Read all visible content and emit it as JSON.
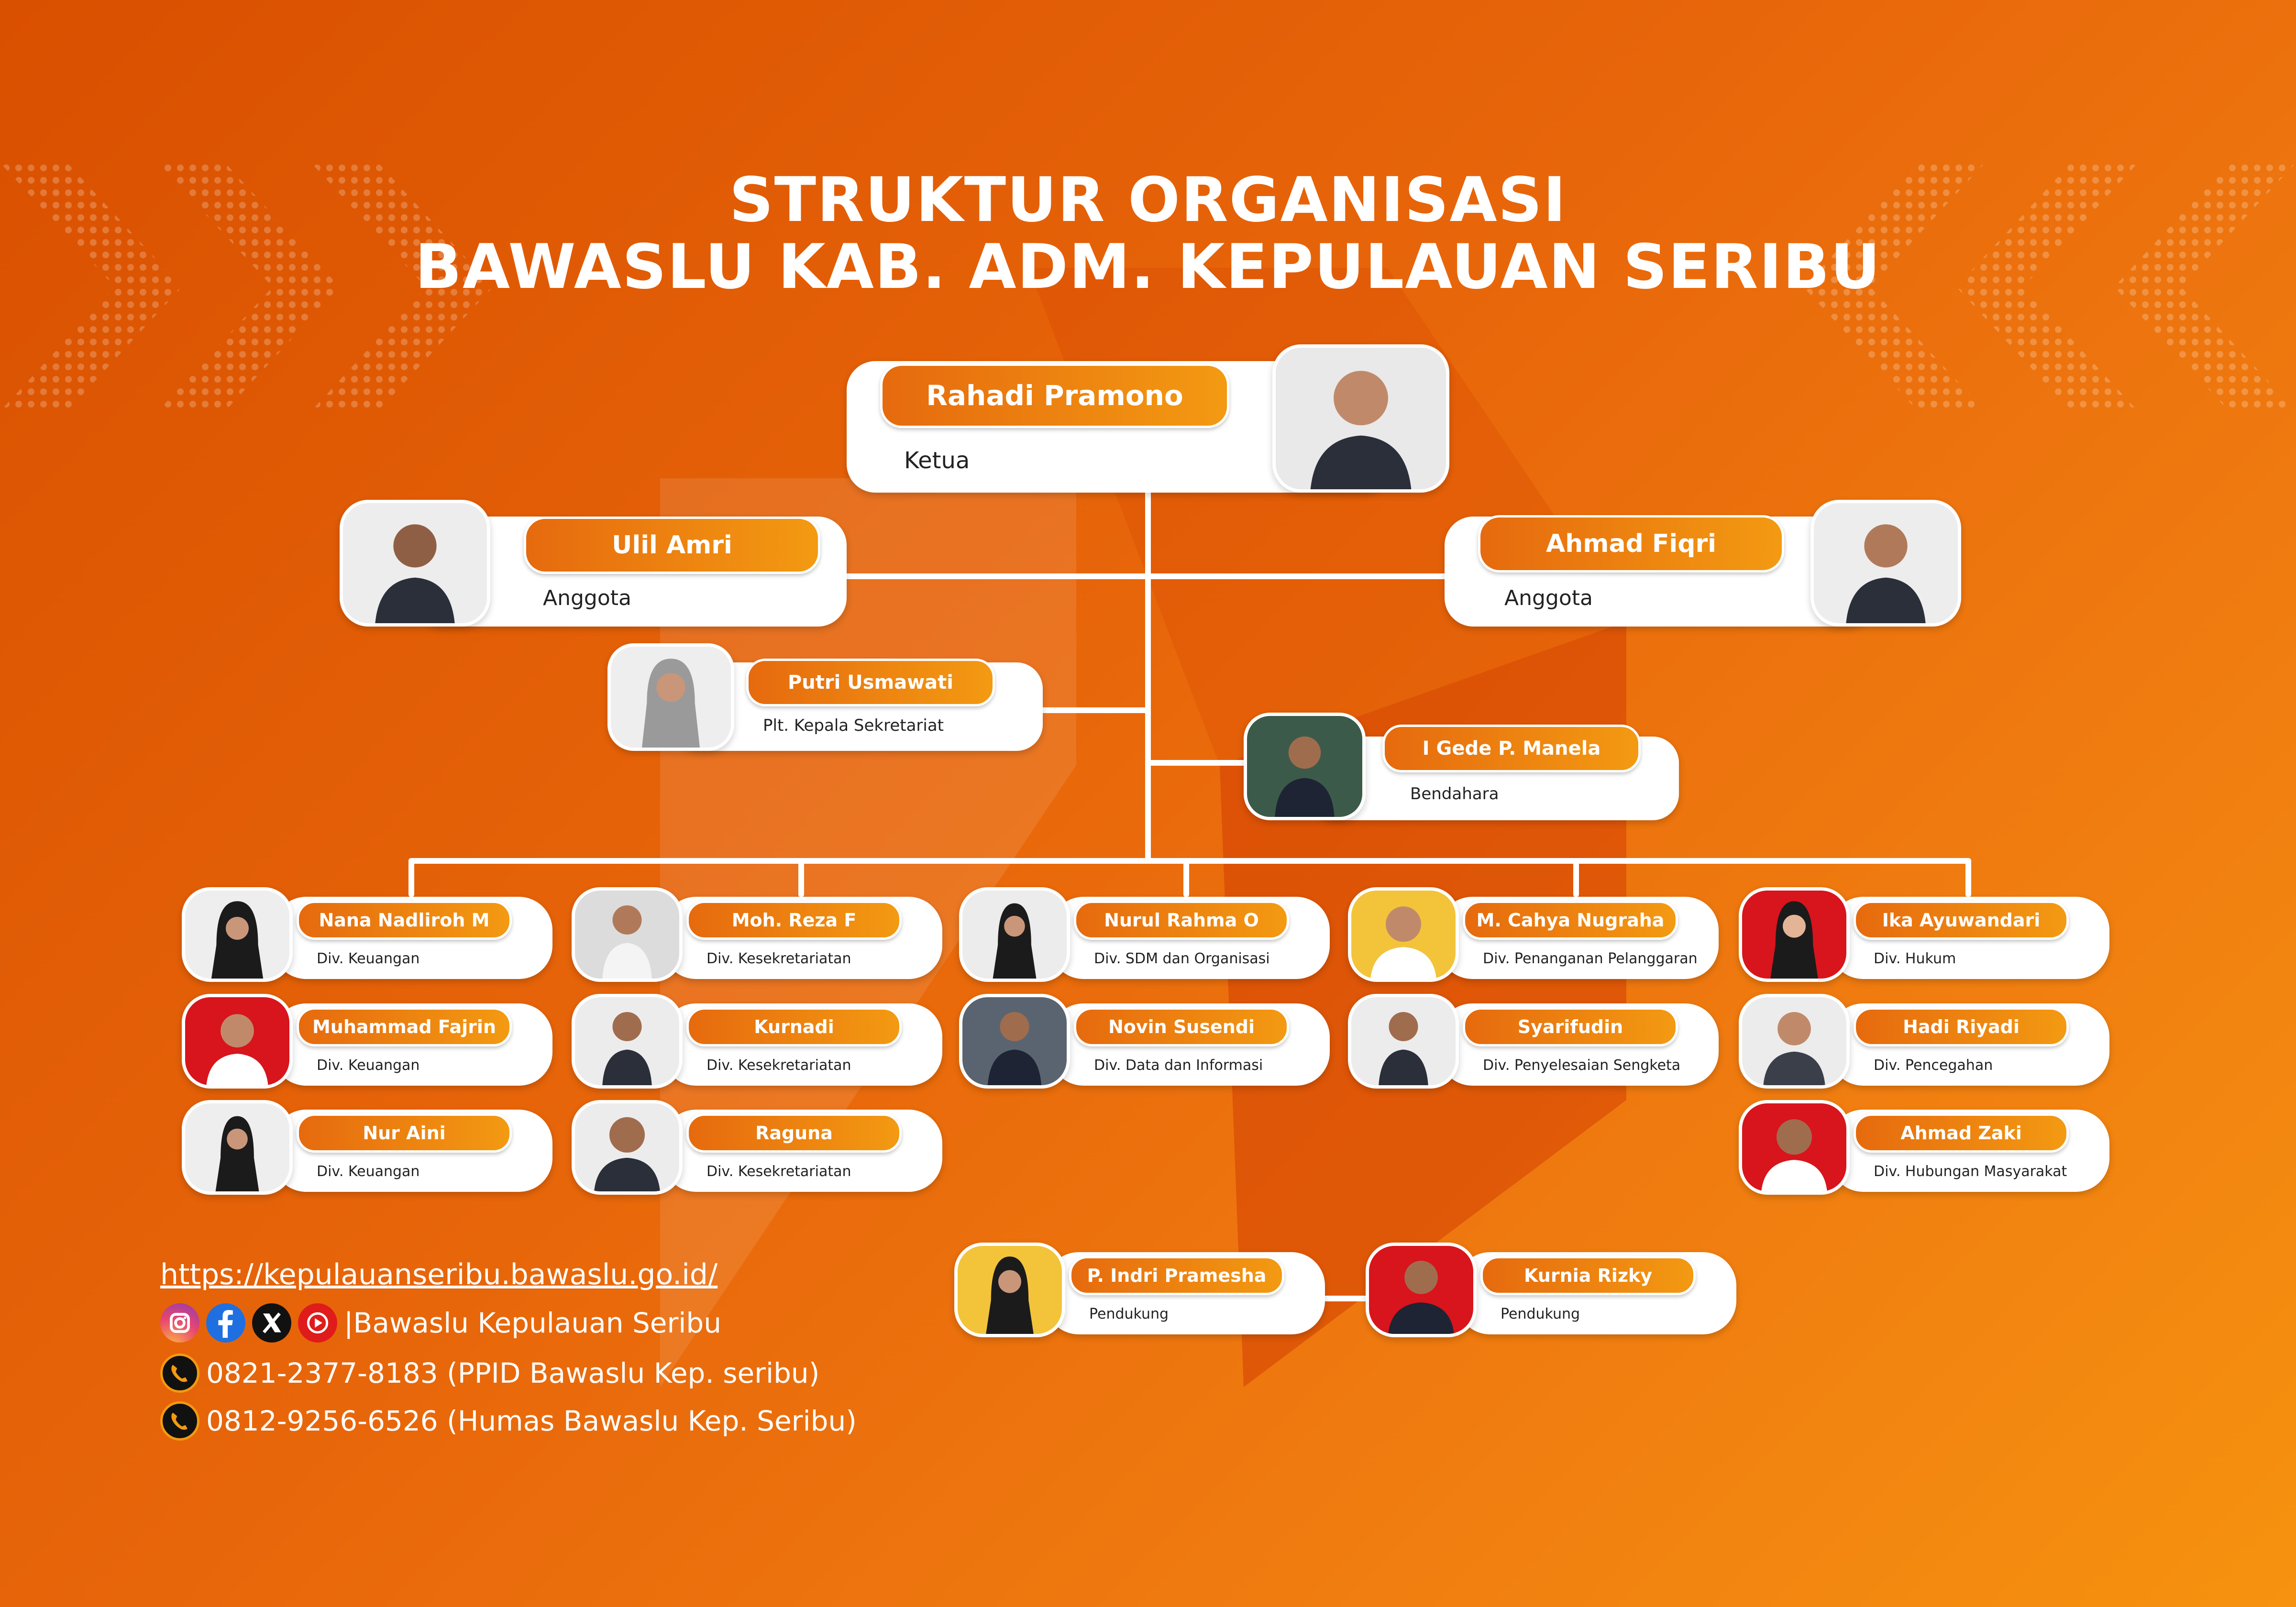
{
  "title": {
    "line1": "STRUKTUR ORGANISASI",
    "line2": "BAWASLU KAB. ADM. KEPULAUAN SERIBU"
  },
  "colors": {
    "background_start": "#d95000",
    "background_end": "#f6920f",
    "pill_start": "#e66a0e",
    "pill_end": "#f39a12",
    "card": "#ffffff",
    "connector": "#ffffff"
  },
  "leadership": {
    "ketua": {
      "name": "Rahadi Pramono",
      "role": "Ketua"
    },
    "anggota_left": {
      "name": "Ulil Amri",
      "role": "Anggota"
    },
    "anggota_right": {
      "name": "Ahmad Fiqri",
      "role": "Anggota"
    },
    "sekretariat": {
      "name": "Putri Usmawati",
      "role": "Plt. Kepala Sekretariat"
    },
    "bendahara": {
      "name": "I Gede P. Manela",
      "role": "Bendahara"
    }
  },
  "staff_columns": [
    {
      "members": [
        {
          "name": "Nana Nadliroh M",
          "role": "Div. Keuangan"
        },
        {
          "name": "Muhammad Fajrin",
          "role": "Div. Keuangan"
        },
        {
          "name": "Nur Aini",
          "role": "Div. Keuangan"
        }
      ]
    },
    {
      "members": [
        {
          "name": "Moh. Reza F",
          "role": "Div. Kesekretariatan"
        },
        {
          "name": "Kurnadi",
          "role": "Div. Kesekretariatan"
        },
        {
          "name": "Raguna",
          "role": "Div. Kesekretariatan"
        }
      ]
    },
    {
      "members": [
        {
          "name": "Nurul Rahma O",
          "role": "Div. SDM dan Organisasi"
        },
        {
          "name": "Novin Susendi",
          "role": "Div. Data dan Informasi"
        }
      ]
    },
    {
      "members": [
        {
          "name": "M. Cahya Nugraha",
          "role": "Div. Penanganan Pelanggaran"
        },
        {
          "name": "Syarifudin",
          "role": "Div. Penyelesaian Sengketa"
        }
      ]
    },
    {
      "members": [
        {
          "name": "Ika Ayuwandari",
          "role": "Div. Hukum"
        },
        {
          "name": "Hadi Riyadi",
          "role": "Div. Pencegahan"
        },
        {
          "name": "Ahmad Zaki",
          "role": "Div. Hubungan Masyarakat"
        }
      ]
    }
  ],
  "support": [
    {
      "name": "P. Indri Pramesha",
      "role": "Pendukung"
    },
    {
      "name": "Kurnia Rizky",
      "role": "Pendukung"
    }
  ],
  "footer": {
    "url": "https://kepulauanseribu.bawaslu.go.id/",
    "social_label": "|Bawaslu Kepulauan Seribu",
    "social_icons": [
      "instagram-icon",
      "facebook-icon",
      "x-icon",
      "youtube-icon"
    ],
    "phone1": "0821-2377-8183 (PPID Bawaslu Kep. seribu)",
    "phone2": "0812-9256-6526 (Humas Bawaslu Kep. Seribu)"
  }
}
